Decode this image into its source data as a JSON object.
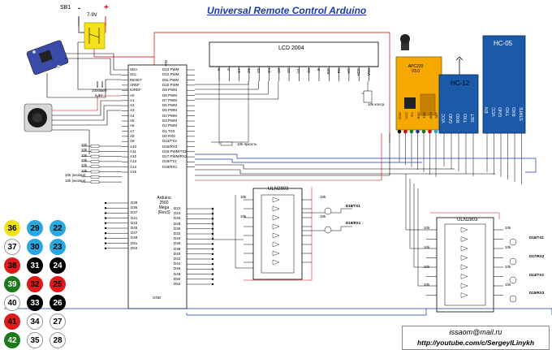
{
  "title": "Universal Remote Control Arduino",
  "power": {
    "switch_label": "SB1",
    "minus": "-",
    "plus": "+",
    "voltage": "7-9V"
  },
  "lcd": {
    "name": "LCD 2004",
    "pins": [
      "K",
      "A",
      "D7",
      "D6",
      "D5",
      "D4",
      "D3",
      "D2",
      "D1",
      "D0",
      "E",
      "RW",
      "RS",
      "VO",
      "VDD",
      "VSS"
    ]
  },
  "apc220": {
    "name": "APC220",
    "version": "V3.0",
    "pins": [
      "GND",
      "VCC",
      "EN",
      "RXD",
      "TXD",
      "AUX",
      "SET"
    ]
  },
  "hc12": {
    "name": "HC-12",
    "pins": [
      "VCC",
      "GND",
      "RXD",
      "TXD",
      "SET"
    ]
  },
  "hc05": {
    "name": "HC-05",
    "pins": [
      "EN",
      "VCC",
      "GND",
      "TXD",
      "RXD",
      "STATE"
    ]
  },
  "arduino": {
    "name": "Arduino 2560 Mega (Rev3)",
    "name_lines": [
      "Arduino",
      "2560",
      "Mega",
      "(Rev3)"
    ],
    "left_pins": [
      "SDA",
      "SCL",
      "RESET",
      "AREF",
      "IOREF",
      "A0",
      "A1",
      "A2",
      "A3",
      "A4",
      "A5",
      "A6",
      "A7",
      "A8",
      "A9",
      "A10",
      "A11",
      "A12",
      "A13",
      "A14",
      "A15"
    ],
    "right_pins": [
      "D13 PWM",
      "D12 PWM",
      "D11 PWM",
      "D10 PWM",
      "D9 PWM",
      "D8 PWM",
      "D7 PWM",
      "D6 PWM",
      "D5 PWM",
      "D4 PWM",
      "D3 PWM",
      "D2 PWM",
      "D1 TX0",
      "D0 RX0",
      "D14/TX3",
      "D15/RX3",
      "D16 PWM/TX2",
      "D17 PWM/RX2",
      "D18/TX1",
      "D19/RX1"
    ],
    "digital_left": [
      "D39",
      "D36",
      "D37",
      "D41",
      "D43",
      "D45",
      "D47",
      "D49",
      "D51",
      "D53"
    ],
    "digital_right": [
      "D22",
      "D24",
      "D26",
      "D28",
      "D30",
      "D32",
      "D34",
      "D36",
      "D38",
      "D40",
      "D42",
      "D44",
      "D46",
      "D48",
      "D50",
      "D52"
    ],
    "gnd": "GND",
    "vin": "VIN",
    "v5": "5V"
  },
  "labels": {
    "cap": "1000мкФ 6.3V",
    "r_brightness": "10k яркость",
    "r_contrast": "10k контр.",
    "r_button1": "10k (кнопка)",
    "r_button2": "10k (кнопка)",
    "r10k": "10k",
    "uln1": "ULN2803",
    "uln2": "ULN2803",
    "led_d19": "D19/RX1",
    "led_d18": "D18/TX1",
    "led_d16": "D16/TX2",
    "led_d17": "D17/RX2",
    "led_d14": "D14/TX3",
    "led_d15": "D15/RX3"
  },
  "badges": [
    {
      "n": "36",
      "color": "#f5e11a",
      "text": "#000",
      "border": "#f5e11a"
    },
    {
      "n": "29",
      "color": "#29a8e0",
      "text": "#000",
      "border": "#29a8e0"
    },
    {
      "n": "22",
      "color": "#29a8e0",
      "text": "#000",
      "border": "#29a8e0"
    },
    {
      "n": "37",
      "color": "#ffffff",
      "text": "#000",
      "border": "#999999"
    },
    {
      "n": "30",
      "color": "#29a8e0",
      "text": "#000",
      "border": "#29a8e0"
    },
    {
      "n": "23",
      "color": "#29a8e0",
      "text": "#000",
      "border": "#29a8e0"
    },
    {
      "n": "38",
      "color": "#e01a1a",
      "text": "#000",
      "border": "#e01a1a"
    },
    {
      "n": "31",
      "color": "#000000",
      "text": "#fff",
      "border": "#000000"
    },
    {
      "n": "24",
      "color": "#000000",
      "text": "#fff",
      "border": "#000000"
    },
    {
      "n": "39",
      "color": "#1a7a1a",
      "text": "#fff",
      "border": "#1a7a1a"
    },
    {
      "n": "32",
      "color": "#e01a1a",
      "text": "#000",
      "border": "#e01a1a"
    },
    {
      "n": "25",
      "color": "#e01a1a",
      "text": "#000",
      "border": "#e01a1a"
    },
    {
      "n": "40",
      "color": "#ffffff",
      "text": "#000",
      "border": "#999999"
    },
    {
      "n": "33",
      "color": "#000000",
      "text": "#fff",
      "border": "#000000"
    },
    {
      "n": "26",
      "color": "#000000",
      "text": "#fff",
      "border": "#000000"
    },
    {
      "n": "41",
      "color": "#e01a1a",
      "text": "#000",
      "border": "#e01a1a"
    },
    {
      "n": "34",
      "color": "#ffffff",
      "text": "#000",
      "border": "#999999"
    },
    {
      "n": "27",
      "color": "#ffffff",
      "text": "#000",
      "border": "#999999"
    },
    {
      "n": "42",
      "color": "#1a7a1a",
      "text": "#fff",
      "border": "#1a7a1a"
    },
    {
      "n": "35",
      "color": "#ffffff",
      "text": "#000",
      "border": "#999999"
    },
    {
      "n": "28",
      "color": "#ffffff",
      "text": "#000",
      "border": "#999999"
    }
  ],
  "footer": {
    "email": "issaom@mail.ru",
    "url": "http://youtube.com/c/SergeyILinykh"
  },
  "colors": {
    "title": "#1a3aa8",
    "apc": "#f5a800",
    "hc": "#1a5aa8",
    "wire_red": "#d00000",
    "wire_blue": "#1a3aa8"
  }
}
